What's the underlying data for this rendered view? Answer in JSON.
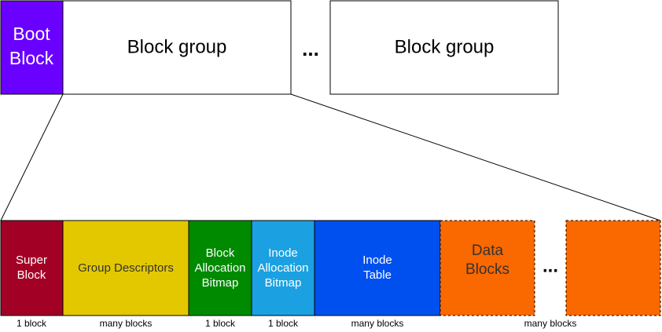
{
  "top_row": {
    "boot_block": {
      "lines": [
        "Boot",
        "Block"
      ],
      "color": "#6a00ff",
      "text_color": "#ffffff"
    },
    "block_group_1": {
      "label": "Block group"
    },
    "ellipsis": "...",
    "block_group_2": {
      "label": "Block group"
    }
  },
  "detail_row": {
    "super_block": {
      "lines": [
        "Super",
        "Block"
      ],
      "color": "#a20025",
      "text_color": "#ffffff"
    },
    "group_descriptors": {
      "lines": [
        "Group Descriptors"
      ],
      "color": "#e3c800",
      "text_color": "#333333"
    },
    "block_bitmap": {
      "lines": [
        "Block",
        "Allocation",
        "Bitmap"
      ],
      "color": "#008a00",
      "text_color": "#ffffff"
    },
    "inode_bitmap": {
      "lines": [
        "Inode",
        "Allocation",
        "Bitmap"
      ],
      "color": "#1ba1e2",
      "text_color": "#ffffff"
    },
    "inode_table": {
      "lines": [
        "Inode",
        "Table"
      ],
      "color": "#0050ef",
      "text_color": "#ffffff"
    },
    "data_blocks": {
      "lines": [
        "Data",
        "Blocks"
      ],
      "color": "#fa6800",
      "text_color": "#333333"
    },
    "ellipsis": "...",
    "data_blocks_tail": {
      "color": "#fa6800"
    }
  },
  "size_labels": {
    "super_block": "1 block",
    "group_descriptors": "many blocks",
    "block_bitmap": "1 block",
    "inode_bitmap": "1 block",
    "inode_table": "many blocks",
    "data_blocks": "many blocks"
  }
}
